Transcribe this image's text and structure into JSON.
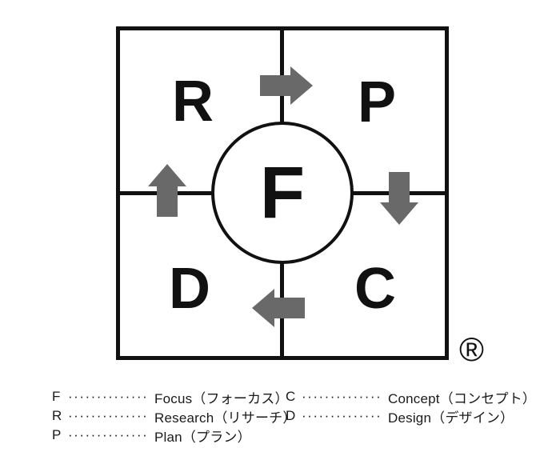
{
  "diagram": {
    "center": {
      "letter": "F"
    },
    "quadrants": [
      {
        "letter": "R",
        "position": "top-left"
      },
      {
        "letter": "P",
        "position": "top-right"
      },
      {
        "letter": "D",
        "position": "bottom-left"
      },
      {
        "letter": "C",
        "position": "bottom-right"
      }
    ],
    "arrows": [
      {
        "location": "top",
        "direction": "right",
        "from": "R",
        "to": "P"
      },
      {
        "location": "right",
        "direction": "down",
        "from": "P",
        "to": "C"
      },
      {
        "location": "bottom",
        "direction": "left",
        "from": "C",
        "to": "D"
      },
      {
        "location": "left",
        "direction": "up",
        "from": "D",
        "to": "R"
      }
    ],
    "registered_mark": "®",
    "colors": {
      "line": "#111111",
      "arrow": "#696969",
      "text": "#111111",
      "background": "#ffffff"
    }
  },
  "legend": {
    "leader": "················",
    "left_column": [
      {
        "key": "F",
        "label": "Focus（フォーカス）"
      },
      {
        "key": "R",
        "label": "Research（リサーチ）"
      },
      {
        "key": "P",
        "label": "Plan（プラン）"
      }
    ],
    "right_column": [
      {
        "key": "C",
        "label": "Concept（コンセプト）"
      },
      {
        "key": "D",
        "label": "Design（デザイン）"
      }
    ]
  }
}
